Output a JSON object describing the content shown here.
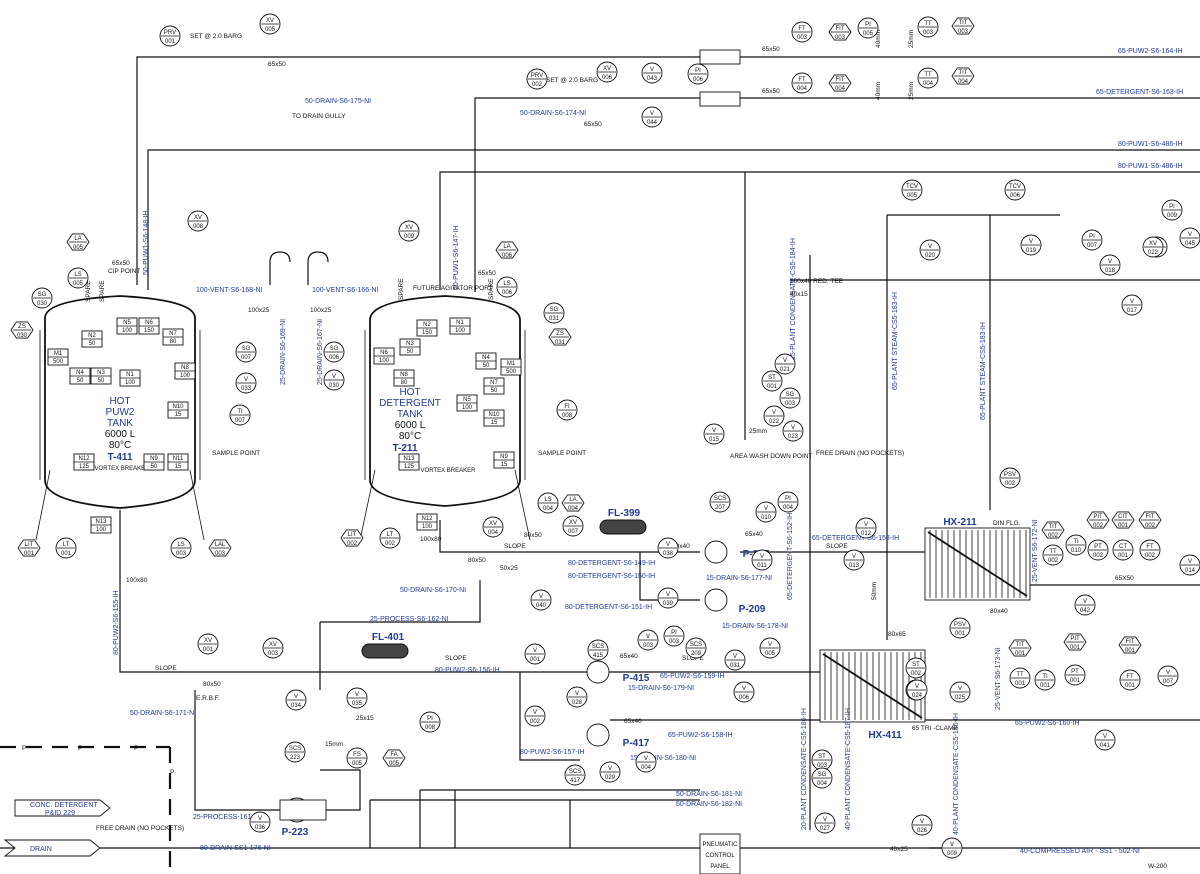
{
  "tanks": {
    "t411": {
      "line1": "HOT",
      "line2": "PUW2",
      "line3": "TANK",
      "cap": "6000 L",
      "temp": "80°C",
      "tag": "T-411"
    },
    "t211": {
      "line1": "HOT",
      "line2": "DETERGENT",
      "line3": "TANK",
      "cap": "6000 L",
      "temp": "80°C",
      "tag": "T-211"
    }
  },
  "equipment": {
    "fl399": "FL-399",
    "fl401": "FL-401",
    "p207": "P-207",
    "p209": "P-209",
    "p415": "P-415",
    "p417": "P-417",
    "p223": "P-223",
    "hx211": "HX-211",
    "hx411": "HX-411"
  },
  "lines": {
    "l164": "65-PUW2-S6-164-IH",
    "l163": "65-DETERGENT-S6-163-IH",
    "l486a": "80-PUW1-S6-486-IH",
    "l486b": "80-PUW1-S6-486-IH",
    "l175": "50-DRAIN-S6-175-NI",
    "l174": "50-DRAIN-S6-174-NI",
    "l148": "50-PUW1-S6-148-IH",
    "l147": "50-PUW1-S6-147-IH",
    "l168": "100-VENT-S6-168-NI",
    "l166": "100-VENT-S6-166-NI",
    "l169": "25-DRAIN-S6-169-NI",
    "l167": "25-DRAIN-S6-167-NI",
    "l184": "15-PLANT CONDENSATE-CS5-184-IH",
    "l183a": "65-PLANT STEAM-CS5-183-IH",
    "l183b": "65-PLANT STEAM-CS5-183-IH",
    "l149": "80-DETERGENT-S6-149-IH",
    "l150": "80-DETERGENT-S6-150-IH",
    "l151": "80-DETERGENT-S6-151-IH",
    "l177": "15-DRAIN-S6-177-NI",
    "l178": "15-DRAIN-S6-178-NI",
    "l152": "65-DETERGENT-S6-152-IH",
    "l153": "65-DETERGENT-S6-153-IH",
    "l172": "25-VENT-S6-172-NI",
    "l170": "50-DRAIN-S6-170-NI",
    "l162": "25-PROCESS-S6-162-NI",
    "l155": "80-PUW2-S6-155-IH",
    "l171": "50-DRAIN-S6-171-NI",
    "l156": "80-PUW2-S6-156-IH",
    "l179": "15-DRAIN-S6-179-NI",
    "l159": "65-PUW2-S6-159-IH",
    "l157": "80-PUW2-S6-157-IH",
    "l158": "65-PUW2-S6-158-IH",
    "l180": "15-DRAIN-S6-180-NI",
    "l181": "50-DRAIN-S6-181-NI",
    "l182": "50-DRAIN-S6-182-NI",
    "l161": "25-PROCESS-161-NI",
    "l176": "80-DRAIN-SS1-176-NI",
    "l186": "20-PLANT CONDENSATE-CS5-186-IH",
    "l187": "40-PLANT CONDENSATE-CS5-187-IH",
    "l188": "40-PLANT CONDENSATE-CS5-186-IH",
    "l173": "25-VENT-S6-173-NI",
    "l160": "65-PUW2-S6-160-IH",
    "l502": "40-COMPRESSED AIR - SS1 - 502-NI"
  },
  "notes": {
    "set20a": "SET @ 2.0 BARG",
    "set20b": "SET @ 2.0 BARG",
    "todrain": "TO DRAIN GULLY",
    "cip": "CIP POINT",
    "spare1": "SPARE",
    "spare2": "SPARE",
    "spare3": "SPARE",
    "spare4": "SPARE",
    "future": "FUTURE AGITATOR PORT",
    "sample1": "SAMPLE POINT",
    "sample2": "SAMPLE POINT",
    "vortex1": "VORTEX BREAKER",
    "vortex2": "VORTEX BREAKER",
    "areawash": "AREA WASH DOWN POINT",
    "freedrain1": "FREE DRAIN (NO POCKETS)",
    "freedrain2": "FREE DRAIN (NO POCKETS)",
    "redtee": "100x40 RED. TEE",
    "slope1": "SLOPE",
    "slope2": "SLOPE",
    "slope3": "SLOPE",
    "slope4": "SLOPE",
    "slope5": "SLOPE",
    "erbf": "E.R.B.F.",
    "dinflg": "DIN FLG.",
    "triclamp": "65 TRI -CLAMP",
    "pneumatic1": "PNEUMATIC",
    "pneumatic2": "CONTROL",
    "pneumatic3": "PANEL",
    "concdet1": "CONC. DETERGENT",
    "concdet2": "P&ID 229",
    "drain": "DRAIN",
    "p": "P",
    "sheet": "W-200"
  },
  "sizes": {
    "s65x50a": "65x50",
    "s65x50b": "65x50",
    "s65x50c": "65x50",
    "s65x50d": "65x50",
    "s65x50e": "65x50",
    "s65x50f": "65x50",
    "s40mma": "40mm",
    "s40mmb": "40mm",
    "s25mma": "25mm",
    "s25mmb": "25mm",
    "s25mmc": "25mm",
    "s100x25a": "100x25",
    "s100x25b": "100x25",
    "s40x15": "40x15",
    "s50x25": "50x25",
    "s80x50a": "80x50",
    "s80x50b": "80x50",
    "s80x50c": "80x50",
    "s65x40a": "65x40",
    "s65x40b": "65x40",
    "s65x40c": "65x40",
    "s100x80a": "100x80",
    "s100x80b": "100x80",
    "s80x40a": "80x40",
    "s80x40b": "80x40",
    "s80x65": "80x65",
    "s25x15": "25x15",
    "s15mm": "15mm",
    "s50mm": "50mm",
    "s40x25": "40x25",
    "s65x50g": "65X50"
  },
  "instruments": {
    "prv001": [
      "PRV",
      "001"
    ],
    "prv002": [
      "PRV",
      "002"
    ],
    "xv005": [
      "XV",
      "005"
    ],
    "xv006": [
      "XV",
      "006"
    ],
    "v043": [
      "V",
      "043"
    ],
    "v044": [
      "V",
      "044"
    ],
    "pi006": [
      "PI",
      "006"
    ],
    "ft003": [
      "FT",
      "003"
    ],
    "fit003": [
      "FIT",
      "003"
    ],
    "pi005": [
      "PI",
      "005"
    ],
    "tt003": [
      "TT",
      "003"
    ],
    "tit003": [
      "TIT",
      "003"
    ],
    "ft004": [
      "FT",
      "004"
    ],
    "fit004": [
      "FIT",
      "004"
    ],
    "tt004": [
      "TT",
      "004"
    ],
    "tit004": [
      "TIT",
      "004"
    ],
    "la005": [
      "LA",
      "005"
    ],
    "ls005": [
      "LS",
      "005"
    ],
    "xv008": [
      "XV",
      "008"
    ],
    "sg030": [
      "SG",
      "030"
    ],
    "zs030": [
      "ZS",
      "030"
    ],
    "sg007": [
      "SG",
      "007"
    ],
    "sg006": [
      "SG",
      "006"
    ],
    "v033": [
      "V",
      "033"
    ],
    "v030": [
      "V",
      "030"
    ],
    "ti007": [
      "TI",
      "007"
    ],
    "lit001": [
      "LIT",
      "001"
    ],
    "lt001": [
      "LT",
      "001"
    ],
    "ls003": [
      "LS",
      "003"
    ],
    "lal003": [
      "LAL",
      "003"
    ],
    "xv009": [
      "XV",
      "009"
    ],
    "la006": [
      "LA",
      "006"
    ],
    "ls006": [
      "LS",
      "006"
    ],
    "sg031": [
      "SG",
      "031"
    ],
    "zs031": [
      "ZS",
      "031"
    ],
    "fi008": [
      "FI",
      "008"
    ],
    "lit002": [
      "LIT",
      "002"
    ],
    "lt002": [
      "LT",
      "002"
    ],
    "ls004": [
      "LS",
      "004"
    ],
    "la004": [
      "LA",
      "004"
    ],
    "xv007": [
      "XV",
      "007"
    ],
    "xv004": [
      "XV",
      "004"
    ],
    "v040": [
      "V",
      "040"
    ],
    "v015": [
      "V",
      "015"
    ],
    "st001": [
      "ST",
      "001"
    ],
    "sg003": [
      "SG",
      "003"
    ],
    "v021": [
      "V",
      "021"
    ],
    "v022": [
      "V",
      "022"
    ],
    "v023": [
      "V",
      "023"
    ],
    "tcv005": [
      "TCV",
      "005"
    ],
    "tcv006": [
      "TCV",
      "006"
    ],
    "v020": [
      "V",
      "020"
    ],
    "v019": [
      "V",
      "019"
    ],
    "pi007": [
      "PI",
      "007"
    ],
    "v018": [
      "V",
      "018"
    ],
    "s002": [
      "S",
      "002"
    ],
    "xv022": [
      "XV",
      "022"
    ],
    "pi009": [
      "PI",
      "009"
    ],
    "v045": [
      "V",
      "045"
    ],
    "v017": [
      "V",
      "017"
    ],
    "psv002": [
      "PSV",
      "002"
    ],
    "v038": [
      "V",
      "038"
    ],
    "v039": [
      "V",
      "039"
    ],
    "scs207": [
      "SCS",
      "207"
    ],
    "v010": [
      "V",
      "010"
    ],
    "pi004": [
      "PI",
      "004"
    ],
    "v012": [
      "V",
      "012"
    ],
    "v013": [
      "V",
      "013"
    ],
    "v011": [
      "V",
      "011"
    ],
    "tit002": [
      "TIT",
      "002"
    ],
    "tt002": [
      "TT",
      "002"
    ],
    "ti010": [
      "TI",
      "010"
    ],
    "pit002": [
      "PIT",
      "002"
    ],
    "pt002": [
      "PT",
      "002"
    ],
    "cit001": [
      "CIT",
      "001"
    ],
    "ct001": [
      "CT",
      "001"
    ],
    "fit002": [
      "FIT",
      "002"
    ],
    "ft002": [
      "FT",
      "002"
    ],
    "v014": [
      "V",
      "014"
    ],
    "v042": [
      "V",
      "042"
    ],
    "xv001": [
      "XV",
      "001"
    ],
    "xv003": [
      "XV",
      "003"
    ],
    "v034": [
      "V",
      "034"
    ],
    "v035": [
      "V",
      "035"
    ],
    "pi008": [
      "PI",
      "008"
    ],
    "scs223": [
      "SCS",
      "223"
    ],
    "fs005": [
      "FS",
      "005"
    ],
    "fa005": [
      "FA",
      "005"
    ],
    "v036": [
      "V",
      "036"
    ],
    "v001": [
      "V",
      "001"
    ],
    "scs415": [
      "SCS",
      "415"
    ],
    "v028": [
      "V",
      "028"
    ],
    "v003": [
      "V",
      "003"
    ],
    "pi003": [
      "PI",
      "003"
    ],
    "scs209": [
      "SCS",
      "209"
    ],
    "v005": [
      "V",
      "005"
    ],
    "v031": [
      "V",
      "031"
    ],
    "v006": [
      "V",
      "006"
    ],
    "v002": [
      "V",
      "002"
    ],
    "v004": [
      "V",
      "004"
    ],
    "v029": [
      "V",
      "029"
    ],
    "scs417": [
      "SCS",
      "417"
    ],
    "st002": [
      "ST",
      "002"
    ],
    "sg005": [
      "SG",
      "005"
    ],
    "psv001": [
      "PSV",
      "001"
    ],
    "v024": [
      "V",
      "024"
    ],
    "v025": [
      "V",
      "025"
    ],
    "tit001": [
      "TIT",
      "001"
    ],
    "tt001": [
      "TT",
      "001"
    ],
    "ti001": [
      "TI",
      "001"
    ],
    "pit001": [
      "PIT",
      "001"
    ],
    "pt001": [
      "PT",
      "001"
    ],
    "fit001": [
      "FIT",
      "001"
    ],
    "ft001": [
      "FT",
      "001"
    ],
    "v007": [
      "V",
      "007"
    ],
    "v041": [
      "V",
      "041"
    ],
    "st003": [
      "ST",
      "003"
    ],
    "sg004": [
      "SG",
      "004"
    ],
    "v027": [
      "V",
      "027"
    ],
    "v026": [
      "V",
      "026"
    ],
    "v009": [
      "V",
      "009"
    ]
  },
  "nozzles": {
    "n1": [
      "N1",
      "100"
    ],
    "n2": [
      "N2",
      "50"
    ],
    "n3": [
      "N3",
      "50"
    ],
    "n4": [
      "N4",
      "50"
    ],
    "n5": [
      "N5",
      "100"
    ],
    "n6": [
      "N6",
      "150"
    ],
    "n7": [
      "N7",
      "80"
    ],
    "n8": [
      "N8",
      "100"
    ],
    "n9": [
      "N9",
      "50"
    ],
    "n10": [
      "N10",
      "15"
    ],
    "n11": [
      "N11",
      "15"
    ],
    "n12": [
      "N12",
      "125"
    ],
    "n13": [
      "N13",
      "100"
    ],
    "m1": [
      "M1",
      "500"
    ],
    "b_n2": [
      "N2",
      "150"
    ],
    "b_n1": [
      "N1",
      "100"
    ],
    "b_n6": [
      "N6",
      "100"
    ],
    "b_n3": [
      "N3",
      "50"
    ],
    "b_n8": [
      "N8",
      "80"
    ],
    "b_n4": [
      "N4",
      "50"
    ],
    "b_m1": [
      "M1",
      "500"
    ],
    "b_n7": [
      "N7",
      "50"
    ],
    "b_n5": [
      "N5",
      "100"
    ],
    "b_n10": [
      "N10",
      "15"
    ],
    "b_n13": [
      "N13",
      "125"
    ],
    "b_n9": [
      "N9",
      "15"
    ],
    "b_n12": [
      "N12",
      "100"
    ]
  }
}
